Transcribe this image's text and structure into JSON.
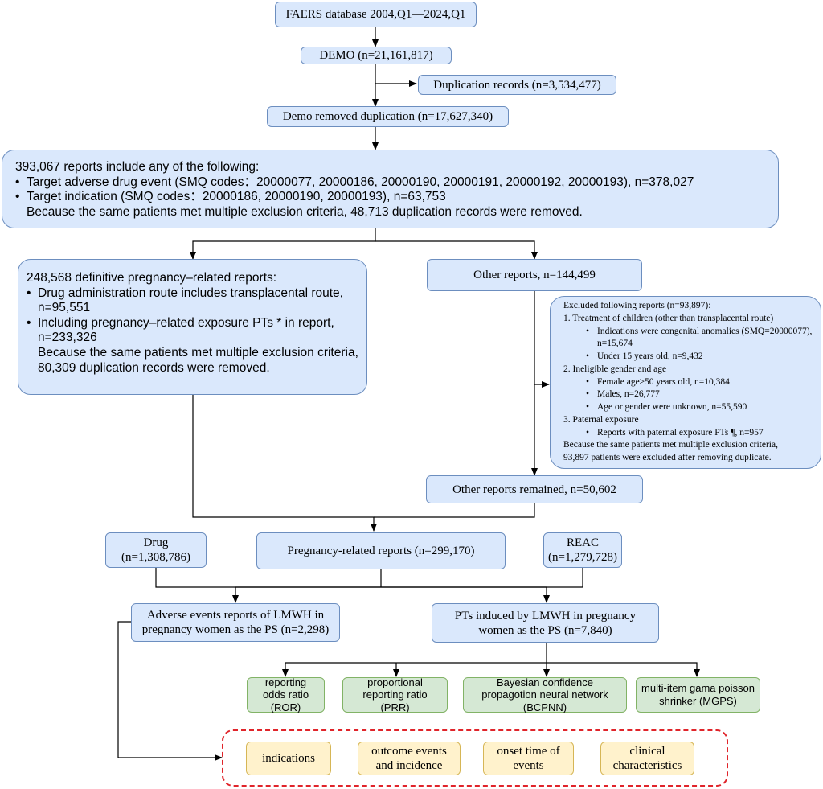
{
  "top": {
    "faers": "FAERS database 2004,Q1—2024,Q1",
    "demo": "DEMO (n=21,161,817)",
    "duplication": "Duplication records (n=3,534,477)",
    "demo_removed": "Demo removed duplication (n=17,627,340)"
  },
  "criteria": {
    "line1": "393,067 reports include any of the following:",
    "bullet1": "Target adverse drug event (SMQ codes：20000077, 20000186, 20000190, 20000191, 20000192, 20000193), n=378,027",
    "bullet2": "Target indication (SMQ codes：20000186, 20000190, 20000193), n=63,753",
    "note": "Because the same patients met multiple exclusion criteria,  48,713 duplication records were removed."
  },
  "definitive": {
    "line1": "248,568 definitive pregnancy–related reports:",
    "bullet1": "Drug administration route includes transplacental route, n=95,551",
    "bullet2": "Including pregnancy–related exposure PTs * in report, n=233,326",
    "note": "Because the same patients met multiple exclusion criteria, 80,309 duplication records were removed."
  },
  "other": {
    "label": "Other reports, n=144,499",
    "remained": "Other reports remained, n=50,602"
  },
  "excluded": {
    "header": "Excluded following reports (n=93,897):",
    "s1": "1. Treatment of children (other than transplacental route)",
    "s1a": "Indications were congenital anomalies (SMQ=20000077), n=15,674",
    "s1b": "Under 15 years old, n=9,432",
    "s2": "2. Ineligible gender and age",
    "s2a": "Female age≥50 years old, n=10,384",
    "s2b": "Males, n=26,777",
    "s2c": "Age or gender were unknown, n=55,590",
    "s3": "3. Paternal exposure",
    "s3a": "Reports with paternal exposure PTs ¶,   n=957",
    "note1": "Because the same patients met multiple exclusion criteria,",
    "note2": "93,897 patients were excluded after removing duplicate."
  },
  "mid": {
    "drug": "Drug (n=1,308,786)",
    "pregnancy": "Pregnancy-related reports (n=299,170)",
    "reac": "REAC (n=1,279,728)"
  },
  "outputs": {
    "adverse": "Adverse events reports of LMWH in pregnancy women as the PS (n=2,298)",
    "pts": "PTs induced by LMWH in pregnancy women as the PS (n=7,840)"
  },
  "methods": [
    "reporting odds ratio (ROR)",
    "proportional reporting ratio (PRR)",
    "Bayesian confidence propagotion neural network (BCPNN)",
    "multi-item gama poisson shrinker (MGPS)"
  ],
  "analyses": [
    "indications",
    "outcome events and incidence",
    "onset time of events",
    "clinical characteristics"
  ],
  "bullet_char": "•",
  "colors": {
    "blue_fill": "#dae8fc",
    "blue_border": "#6c8ebf",
    "green_fill": "#d5e8d4",
    "yellow_fill": "#fff2cc",
    "dashed_border": "#e0242a"
  }
}
